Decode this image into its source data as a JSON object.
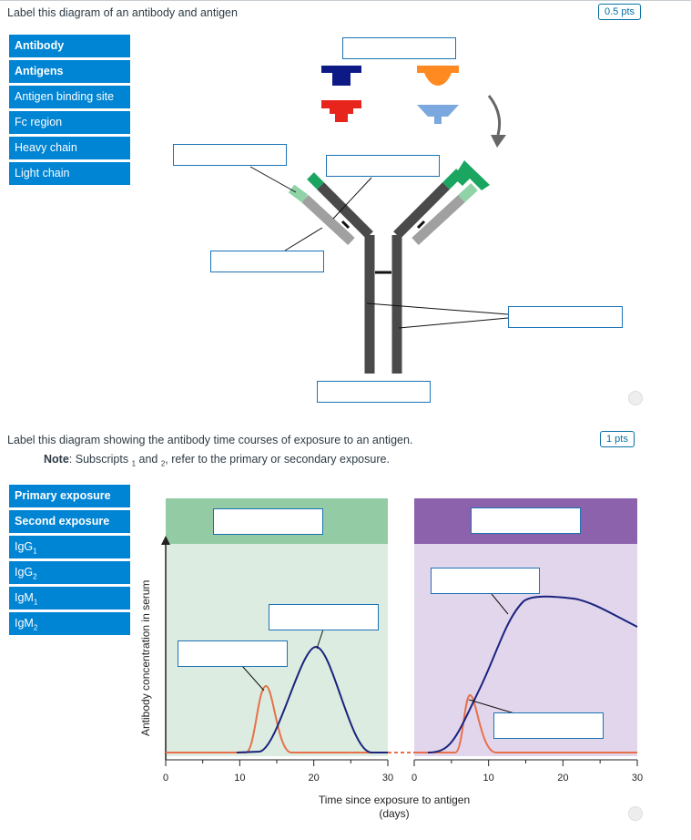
{
  "q1": {
    "title": "Label this diagram of an antibody and antigen",
    "points": "0.5 pts",
    "bank": [
      {
        "label": "Antibody",
        "bold": true
      },
      {
        "label": "Antigens",
        "bold": true
      },
      {
        "label": "Antigen binding site",
        "bold": false
      },
      {
        "label": "Fc region",
        "bold": false
      },
      {
        "label": "Heavy chain",
        "bold": false
      },
      {
        "label": "Light chain",
        "bold": false
      }
    ]
  },
  "q2": {
    "title": "Label this diagram showing the antibody time courses of exposure to an antigen.",
    "note_bold": "Note",
    "note_rest_1": ": Subscripts ",
    "sub1": "1",
    "note_and": " and ",
    "sub2": "2",
    "note_rest_2": ", refer to the primary or secondary exposure.",
    "points": "1 pts",
    "bank": [
      {
        "base": "Primary exposure",
        "sub": "",
        "bold": true
      },
      {
        "base": "Second exposure",
        "sub": "",
        "bold": true
      },
      {
        "base": "IgG",
        "sub": "1",
        "bold": false
      },
      {
        "base": "IgG",
        "sub": "2",
        "bold": false
      },
      {
        "base": "IgM",
        "sub": "1",
        "bold": false
      },
      {
        "base": "IgM",
        "sub": "2",
        "bold": false
      }
    ]
  },
  "chart_data": {
    "type": "line",
    "ylabel": "Antibody concentration in serum",
    "xlabel": "Time since exposure to antigen",
    "xlabel_unit": "(days)",
    "panels": [
      {
        "xticks": [
          "0",
          "10",
          "20",
          "30"
        ],
        "xlim": [
          0,
          30
        ]
      },
      {
        "xticks": [
          "0",
          "10",
          "20",
          "30"
        ],
        "xlim": [
          0,
          30
        ]
      }
    ],
    "colors": {
      "igm": "#e8704a",
      "igg": "#1a237e",
      "primary_bg": "#dcece0",
      "primary_header": "#93cba4",
      "secondary_bg": "#e2d6ec",
      "secondary_header": "#8d62ac"
    }
  },
  "colors": {
    "heavy": "#4a4a4a",
    "light": "#a0a0a0",
    "binding": "#1aa660",
    "binding_light": "#8fd3a7",
    "antigen_navy": "#0d1a86",
    "antigen_orange": "#ff8a22",
    "antigen_red": "#e8251d",
    "antigen_blue": "#7aa8df",
    "accent": "#0084d4"
  }
}
